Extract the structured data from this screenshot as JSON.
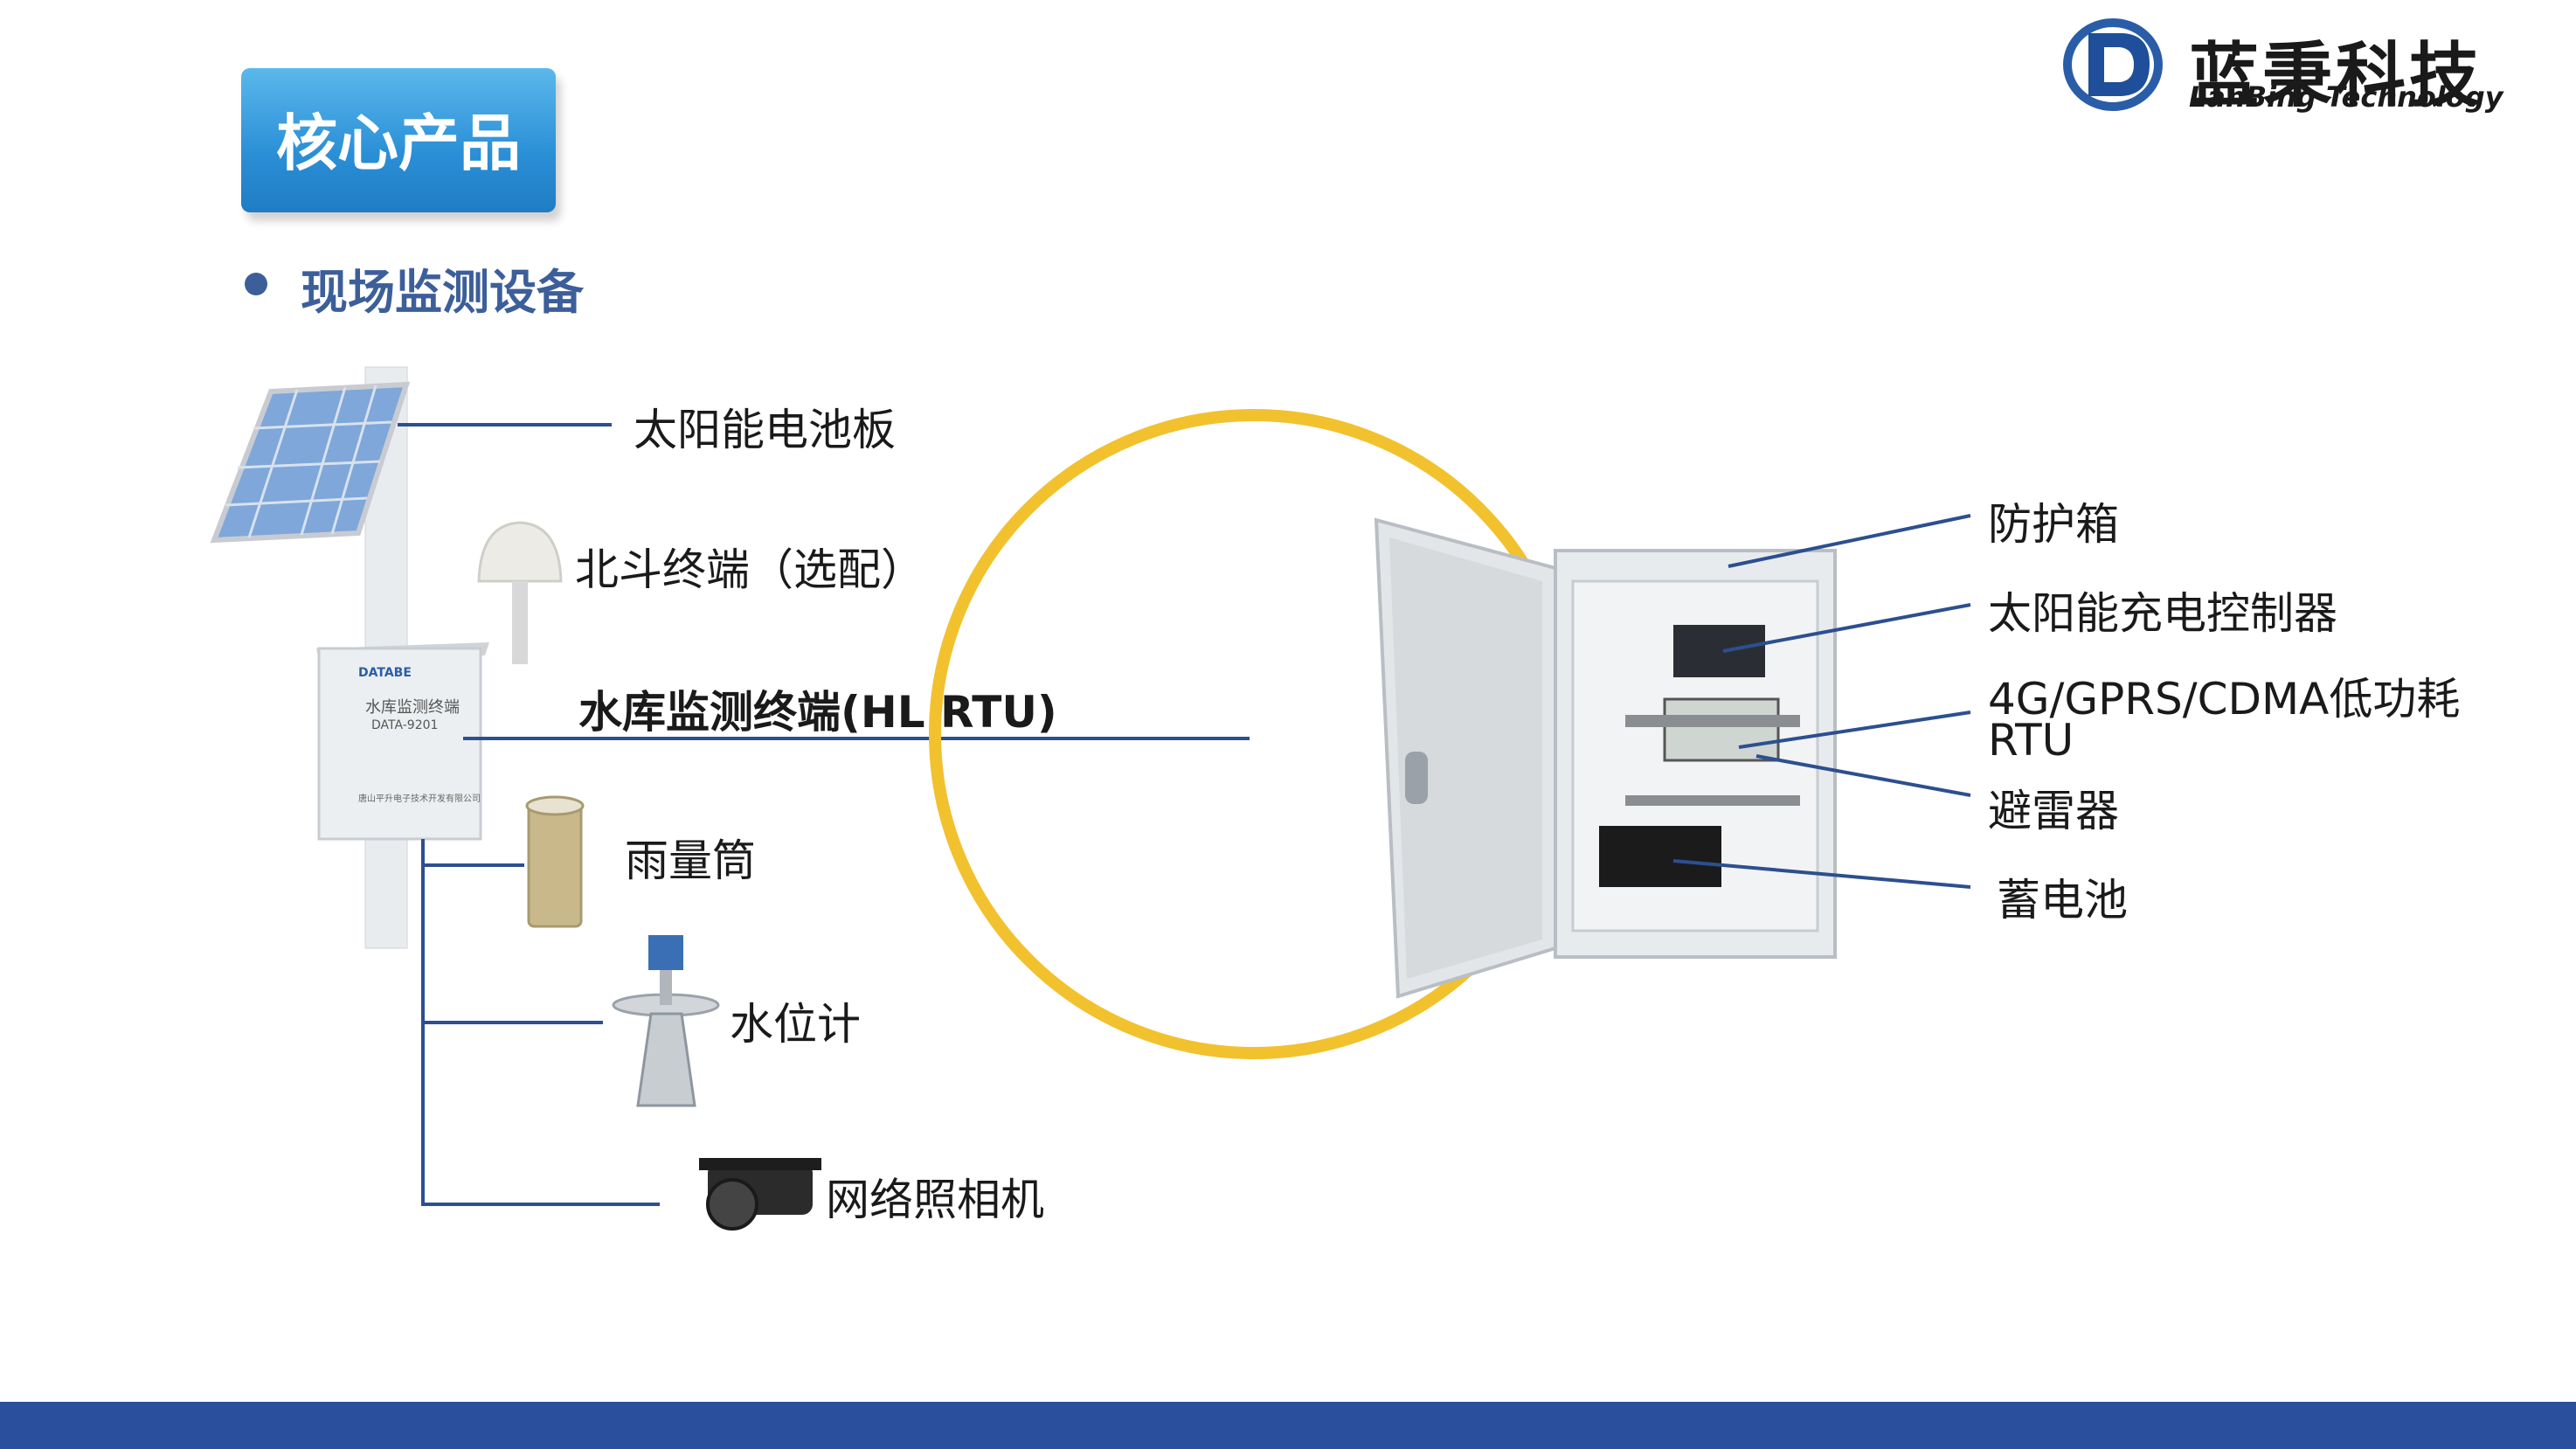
{
  "header": {
    "section_title": "核心产品",
    "bullet": "现场监测设备"
  },
  "logo": {
    "name_cn": "蓝秉科技",
    "name_en": "LanBing Technology"
  },
  "left_diagram": {
    "labels": {
      "solar_panel": "太阳能电池板",
      "beidou": "北斗终端（选配）",
      "rtu": "水库监测终端(HL RTU)",
      "rain_gauge": "雨量筒",
      "water_level": "水位计",
      "camera": "网络照相机"
    },
    "device_box_text": {
      "brand": "DATABE",
      "name": "水库监测终端",
      "model": "DATA-9201",
      "company": "唐山平升电子技术开发有限公司"
    }
  },
  "right_diagram": {
    "labels": {
      "enclosure": "防护箱",
      "solar_controller": "太阳能充电控制器",
      "rtu_line1": "4G/GPRS/CDMA低功耗",
      "rtu_line2": "RTU",
      "surge": "避雷器",
      "battery": "蓄电池"
    }
  },
  "colors": {
    "title_blue": "#2a8fd6",
    "bullet_blue": "#3c5f9a",
    "line_blue": "#2c4f8f",
    "circle_yellow": "#f2c12e",
    "footer_blue": "#2a4f9c"
  }
}
